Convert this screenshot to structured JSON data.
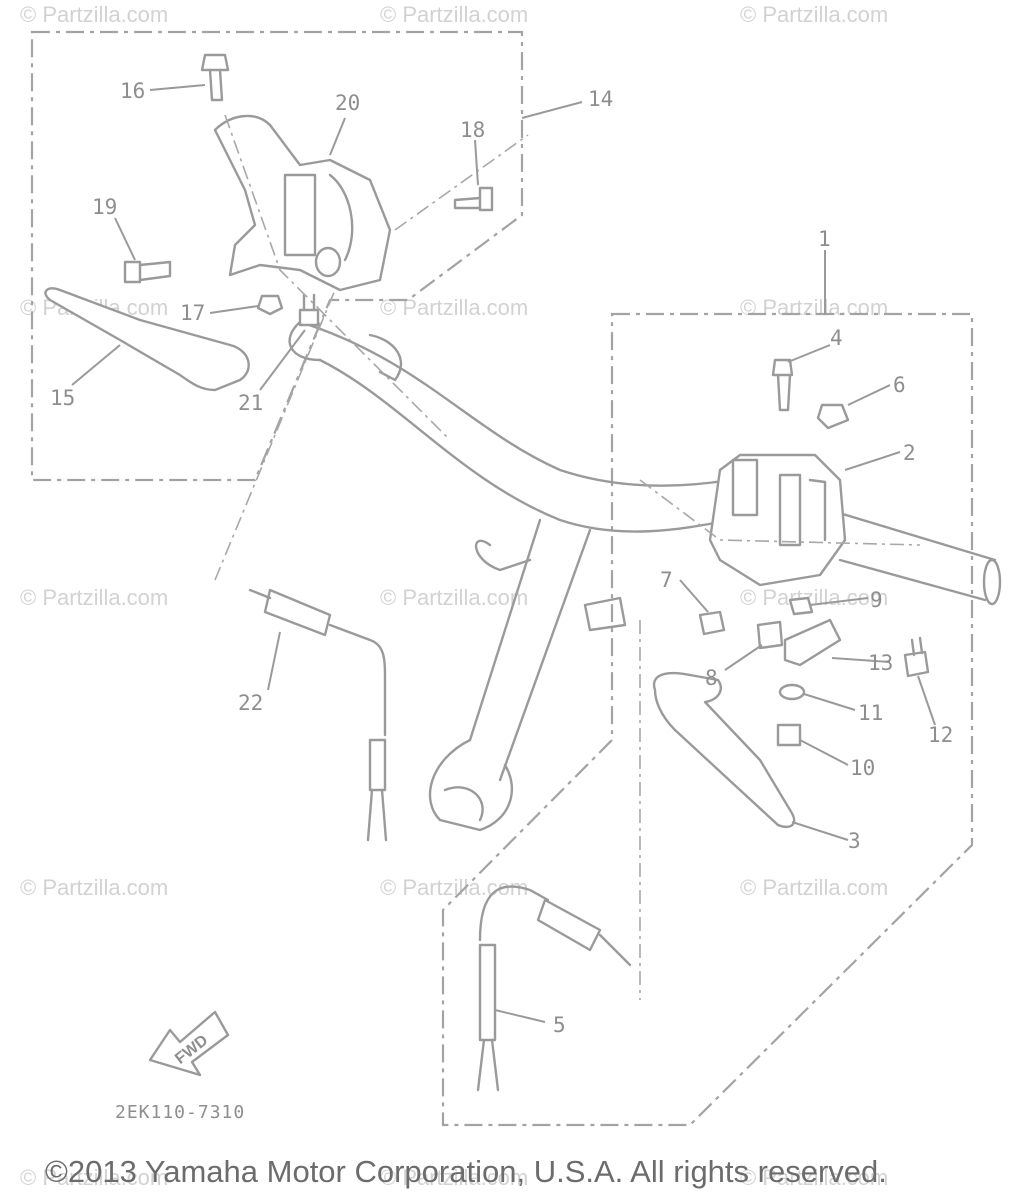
{
  "watermark": "© Partzilla.com",
  "diagram_code": "2EK110-7310",
  "fwd_label": "FWD",
  "copyright": "©2013 Yamaha Motor Corporation, U.S.A. All rights reserved.",
  "callouts": [
    "1",
    "2",
    "3",
    "4",
    "5",
    "6",
    "7",
    "8",
    "9",
    "10",
    "11",
    "12",
    "13",
    "14",
    "15",
    "16",
    "17",
    "18",
    "19",
    "20",
    "21",
    "22"
  ]
}
